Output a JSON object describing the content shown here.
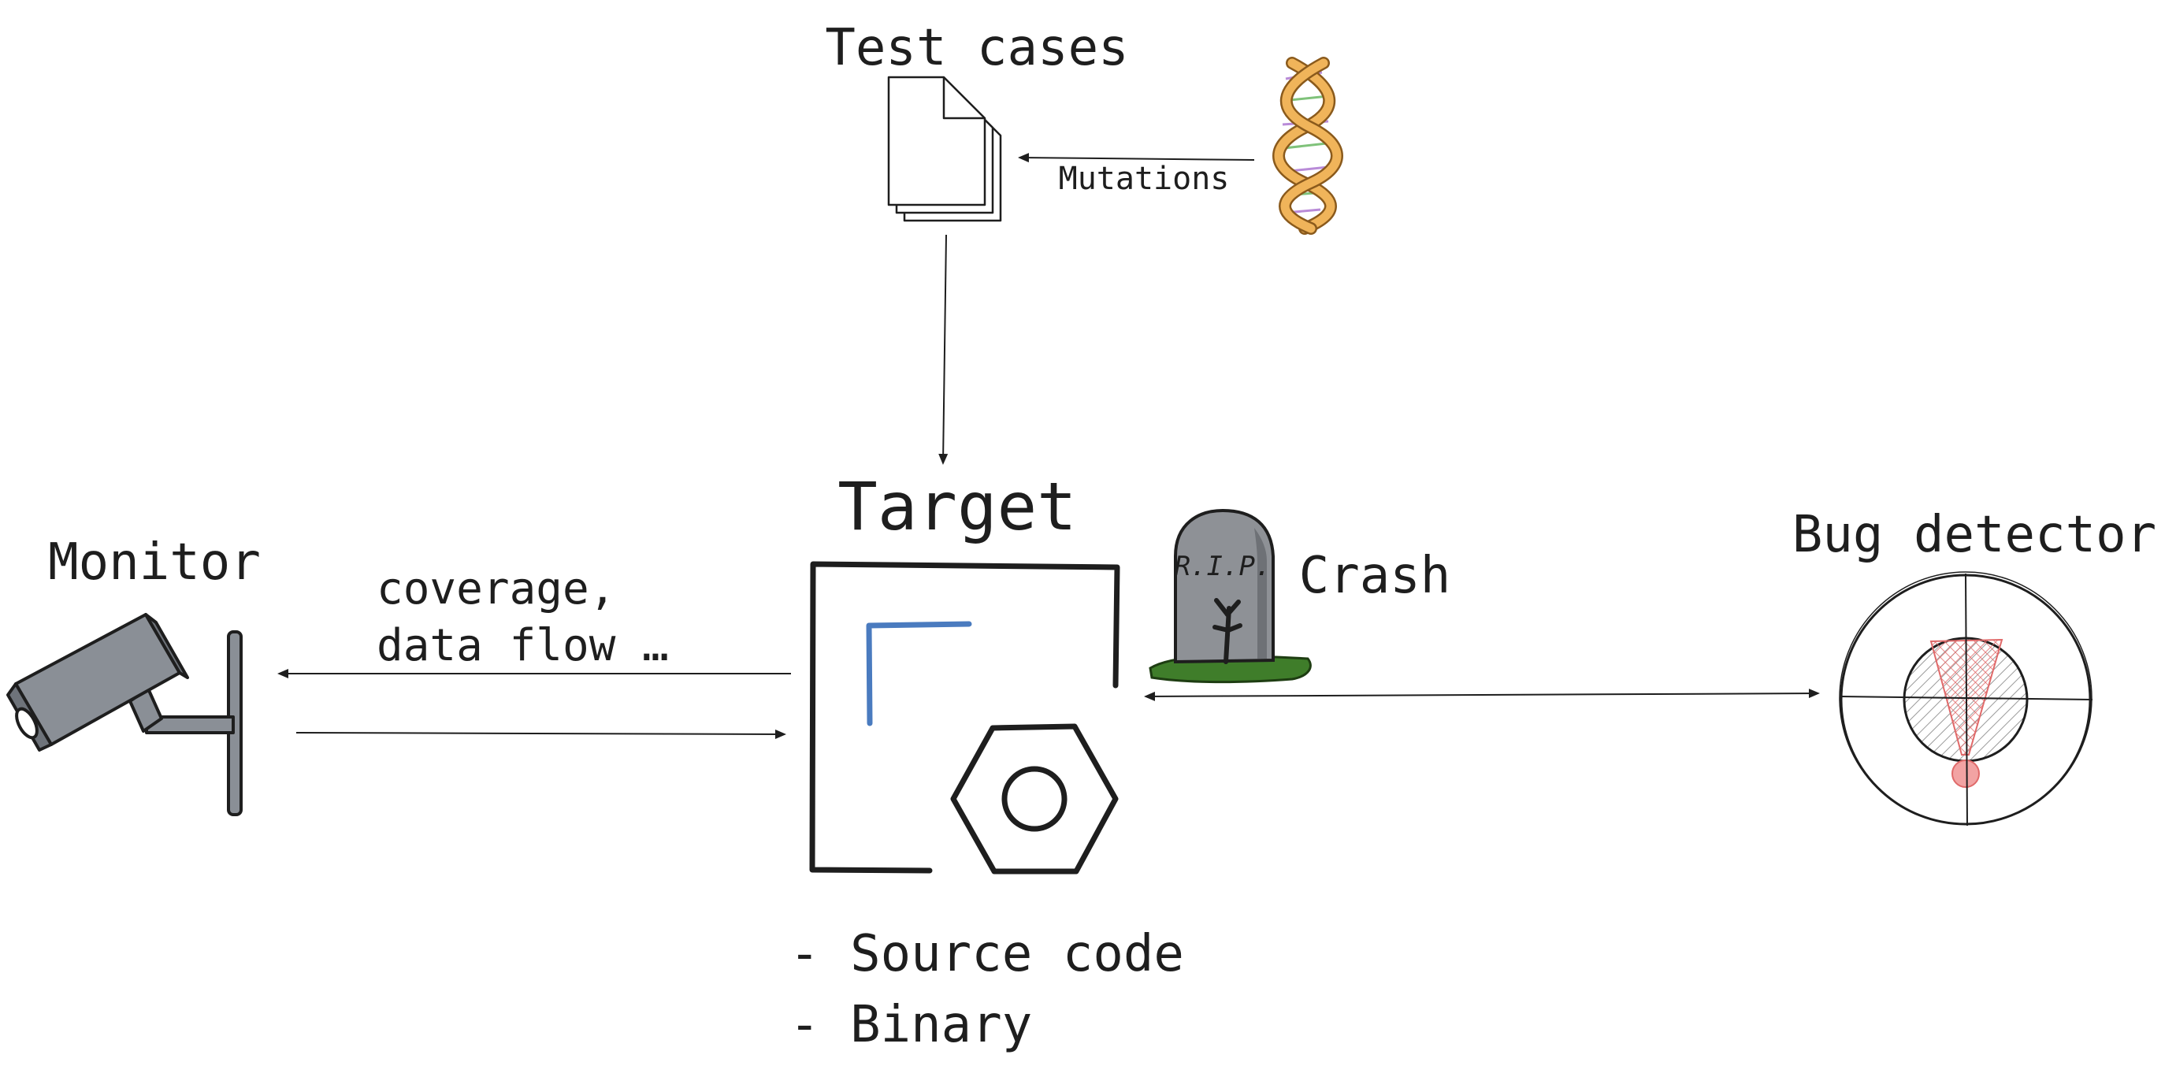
{
  "labels": {
    "test_cases": "Test cases",
    "mutations": "Mutations",
    "target": "Target",
    "monitor": "Monitor",
    "feedback_line1": "coverage,",
    "feedback_line2": "data flow …",
    "crash": "Crash",
    "bug_detector": "Bug detector",
    "target_item_1": "- Source code",
    "target_item_2": "- Binary",
    "tombstone_text": "R.I.P."
  },
  "icons": {
    "documents": "documents-stack-icon",
    "dna": "dna-helix-icon",
    "camera": "security-camera-icon",
    "tombstone": "tombstone-icon",
    "code": "code-bracket-icon",
    "nut": "hex-nut-icon",
    "detector": "exclamation-target-icon"
  },
  "colors": {
    "ink": "#1e1e1e",
    "code_accent": "#4a7bbf",
    "camera_gray": "#8a8f96",
    "stone_gray": "#8e9196",
    "grass_green": "#3f7d2a",
    "alert_red": "#e06a6a",
    "dna_orange": "#f0b45a"
  }
}
